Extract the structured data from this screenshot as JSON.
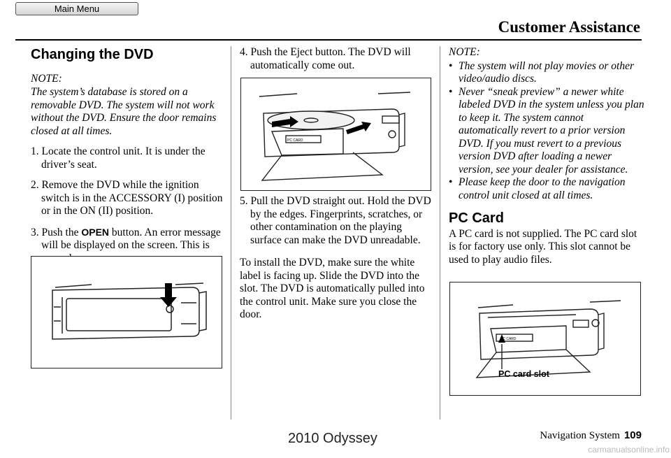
{
  "main_menu_label": "Main Menu",
  "header": {
    "title": "Customer Assistance"
  },
  "col1": {
    "heading": "Changing the DVD",
    "note_label": "NOTE:",
    "note_text": "The system’s database is stored on a removable DVD. The system will not work without the DVD. Ensure the door remains closed at all times.",
    "step1": "1. Locate the control unit. It is under the driver’s seat.",
    "step2": "2. Remove the DVD while the ignition switch is in the ACCESSORY (I) position or in the ON (II) position.",
    "step3_pre": "3. Push the ",
    "step3_button": "OPEN",
    "step3_post": " button. An error message will be displayed on the screen. This is normal."
  },
  "col2": {
    "step4": "4. Push the Eject button. The DVD will automatically come out.",
    "figure_slot_label": "PC CARD",
    "step5": "5. Pull the DVD straight out. Hold the DVD by the edges. Fingerprints, scratches, or other contamination on the playing surface can make the DVD unreadable.",
    "install": "To install the DVD, make sure the white label is facing up. Slide the DVD into the slot. The DVD is automatically pulled into the control unit. Make sure you close the door."
  },
  "col3": {
    "note_label": "NOTE:",
    "notes": [
      "The system will not play movies or other video/audio discs.",
      "Never “sneak preview” a newer white labeled DVD in the system unless you plan to keep it. The system cannot automatically revert to a prior version DVD. If you must revert to a previous version DVD after loading a newer version, see your dealer for assistance.",
      "Please keep the door to the navigation control unit closed at all times."
    ],
    "bullet": "•",
    "pc_heading": "PC Card",
    "pc_text": "A PC card is not supplied. The PC card slot is for factory use only. This slot cannot be used to play audio files.",
    "figure_slot_label": "PC CARD",
    "figure_caption": "PC card slot"
  },
  "footer": {
    "nav_label": "Navigation System",
    "page_number": "109",
    "model": "2010 Odyssey",
    "watermark": "carmanualsonline.info"
  }
}
